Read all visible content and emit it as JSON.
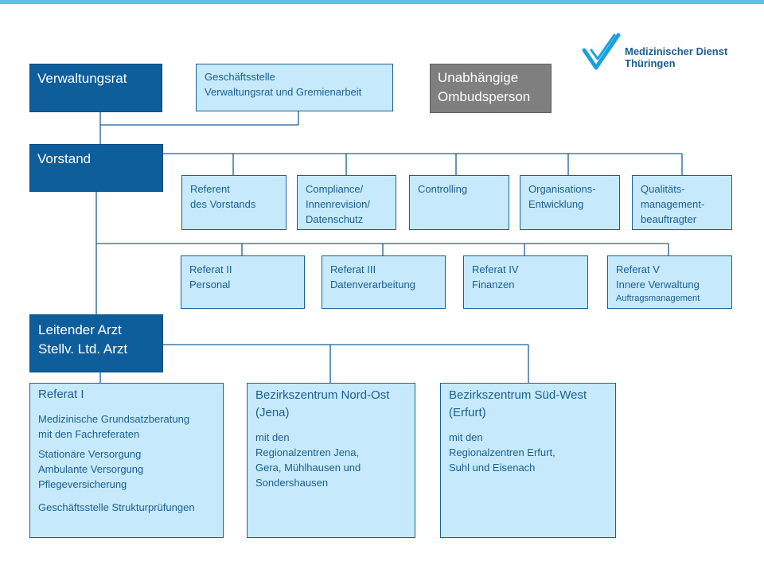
{
  "logo": {
    "name": "Medizinischer Dienst",
    "region": "Thüringen"
  },
  "top": {
    "verwaltungsrat": "Verwaltungsrat",
    "geschaeftsstelle": [
      "Geschäftsstelle",
      "Verwaltungsrat und Gremienarbeit"
    ],
    "ombudsperson": [
      "Unabhängige",
      "Ombudsperson"
    ]
  },
  "vorstand": {
    "label": "Vorstand",
    "staff": [
      [
        "Referent",
        "des Vorstands"
      ],
      [
        "Compliance/",
        "Innenrevision/",
        "Datenschutz"
      ],
      [
        "Controlling"
      ],
      [
        "Organisations-",
        "Entwicklung"
      ],
      [
        "Qualitäts-",
        "management-",
        "beauftragter"
      ]
    ],
    "referate": [
      {
        "lines": [
          "Referat II",
          "Personal"
        ]
      },
      {
        "lines": [
          "Referat III",
          "Datenverarbeitung"
        ]
      },
      {
        "lines": [
          "Referat IV",
          "Finanzen"
        ]
      },
      {
        "lines": [
          "Referat V",
          "Innere Verwaltung"
        ],
        "small": "Auftragsmanagement"
      }
    ]
  },
  "arzt": {
    "line1": "Leitender Arzt",
    "line2": "Stellv. Ltd. Arzt"
  },
  "referat1": {
    "title": "Referat I",
    "block1": [
      "Medizinische Grundsatzberatung",
      "mit den Fachreferaten"
    ],
    "block2": [
      "Stationäre Versorgung",
      "Ambulante Versorgung",
      "Pflegeversicherung"
    ],
    "block3": "Geschäftsstelle Strukturprüfungen"
  },
  "nordost": {
    "title": [
      "Bezirkszentrum Nord-Ost",
      "(Jena)"
    ],
    "body": [
      "mit den",
      "Regionalzentren Jena,",
      "Gera, Mühlhausen und",
      "Sondershausen"
    ]
  },
  "suedwest": {
    "title": [
      "Bezirkszentrum Süd-West",
      "(Erfurt)"
    ],
    "body": [
      "mit den",
      "Regionalzentren Erfurt,",
      "Suhl und Eisenach"
    ]
  },
  "colors": {
    "dark": "#0f5e9c",
    "light": "#c6eafb",
    "text": "#1a5e93",
    "gray": "#7f7f7f",
    "accent": "#5bc0ec"
  }
}
